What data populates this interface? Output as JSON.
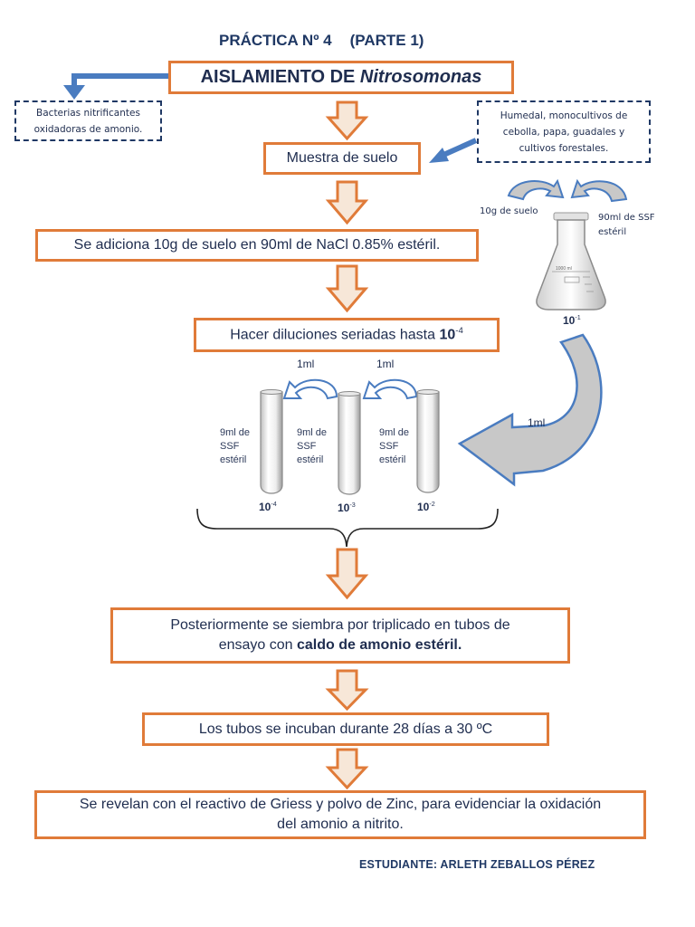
{
  "header": {
    "practice_title": "PRÁCTICA Nº 4",
    "practice_part": "(PARTE 1)",
    "main_title_prefix": "AISLAMIENTO DE ",
    "main_title_organism": "Nitrosomonas"
  },
  "notes": {
    "left_note_line1": "Bacterias nitrificantes",
    "left_note_line2": "oxidadoras de amonio.",
    "right_note_line1": "Humedal, monocultivos de",
    "right_note_line2": "cebolla, papa, guadales y",
    "right_note_line3": "cultivos forestales."
  },
  "steps": {
    "step1": "Muestra de suelo",
    "step2": "Se adiciona 10g de suelo en 90ml de NaCl 0.85% estéril.",
    "step3_prefix": "Hacer diluciones seriadas hasta ",
    "step3_base": "10",
    "step3_exp": "-4",
    "step4_line1": "Posteriormente se siembra por triplicado en tubos de",
    "step4_line2_prefix": "ensayo con ",
    "step4_line2_bold": "caldo de amonio estéril.",
    "step5": "Los tubos se incuban durante 28 días a 30 ºC",
    "step6_line1": "Se revelan con el reactivo de Griess y polvo de Zinc, para evidenciar la oxidación",
    "step6_line2": "del amonio a nitrito."
  },
  "flask": {
    "soil_label": "10g de suelo",
    "ssf_label_line1": "90ml de SSF",
    "ssf_label_line2": "estéril",
    "volume_mark": "1000 ml",
    "dilution_base": "10",
    "dilution_exp": "-1",
    "transfer_label": "1ml"
  },
  "tubes": [
    {
      "content_line1": "9ml de",
      "content_line2": "SSF",
      "content_line3": "estéril",
      "dilution_base": "10",
      "dilution_exp": "-4"
    },
    {
      "content_line1": "9ml de",
      "content_line2": "SSF",
      "content_line3": "estéril",
      "dilution_base": "10",
      "dilution_exp": "-3"
    },
    {
      "content_line1": "9ml de",
      "content_line2": "SSF",
      "content_line3": "estéril",
      "dilution_base": "10",
      "dilution_exp": "-2"
    }
  ],
  "transfers": {
    "transfer_left": "1ml",
    "transfer_right": "1ml"
  },
  "footer": {
    "student": "ESTUDIANTE: ARLETH ZEBALLOS PÉREZ"
  },
  "colors": {
    "box_border": "#e07b39",
    "arrow_fill": "#f7e7d8",
    "blue_arrow": "#4a7cc0",
    "navy_text": "#1f3864",
    "gray_arrow": "#c8c8c8"
  }
}
